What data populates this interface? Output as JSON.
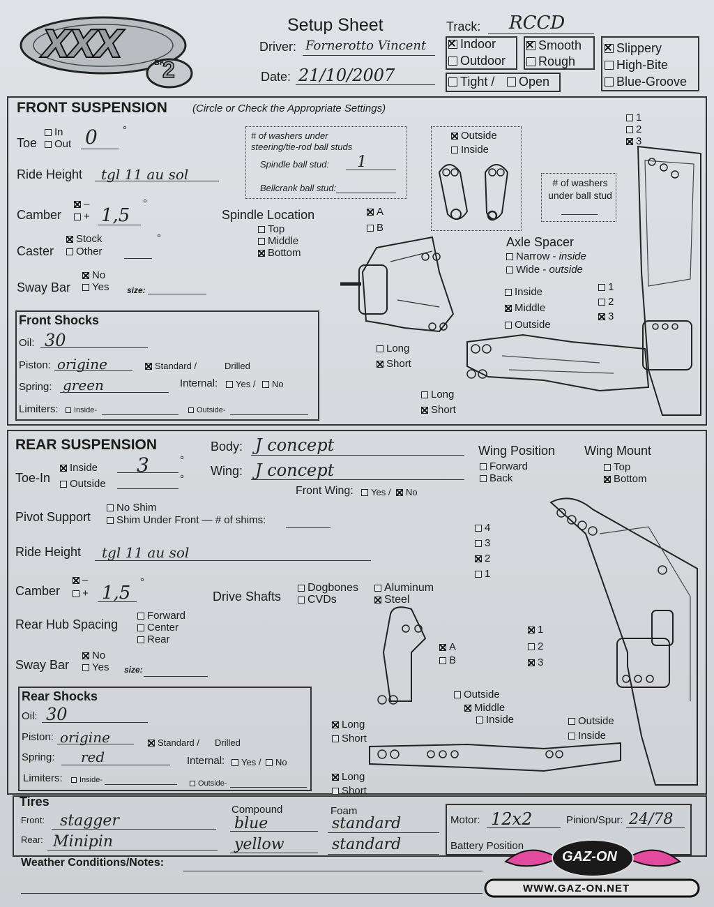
{
  "logo": {
    "main": "XXX",
    "sub": "2",
    "tag": "BK"
  },
  "header": {
    "title": "Setup Sheet",
    "driver_label": "Driver:",
    "driver_value": "Fornerotto Vincent",
    "date_label": "Date:",
    "date_value": "21/10/2007",
    "track_label": "Track:",
    "track_value": "RCCD",
    "indoor": "Indoor",
    "outdoor": "Outdoor",
    "tight": "Tight /",
    "open": "Open",
    "smooth": "Smooth",
    "rough": "Rough",
    "slippery": "Slippery",
    "high_bite": "High-Bite",
    "blue_groove": "Blue-Groove"
  },
  "front": {
    "title": "FRONT SUSPENSION",
    "subtitle": "(Circle or Check the Appropriate Settings)",
    "toe_label": "Toe",
    "toe_in": "In",
    "toe_out": "Out",
    "toe_value": "0",
    "degree": "°",
    "ride_label": "Ride Height",
    "ride_value": "tgl 11 au sol",
    "camber_label": "Camber",
    "camber_minus": "–",
    "camber_plus": "+",
    "camber_value": "1,5",
    "caster_label": "Caster",
    "caster_stock": "Stock",
    "caster_other": "Other",
    "sway_label": "Sway Bar",
    "sway_no": "No",
    "sway_yes": "Yes",
    "size_label": "size:",
    "washers_title": "# of washers under steering/tie-rod ball studs",
    "spindle_stud": "Spindle ball stud:",
    "spindle_stud_value": "1",
    "bellcrank_stud": "Bellcrank ball stud:",
    "outside": "Outside",
    "inside": "Inside",
    "spindle_loc": "Spindle Location",
    "sl_top": "Top",
    "sl_middle": "Middle",
    "sl_bottom": "Bottom",
    "a": "A",
    "b": "B",
    "axle_spacer": "Axle Spacer",
    "narrow": "Narrow - ",
    "narrow_i": "inside",
    "wide": "Wide - ",
    "wide_i": "outside",
    "under_ball": "# of washers under ball stud",
    "one": "1",
    "two": "2",
    "three": "3",
    "arm_inside": "Inside",
    "arm_middle": "Middle",
    "arm_outside": "Outside",
    "long": "Long",
    "short": "Short",
    "shocks_title": "Front Shocks",
    "oil_label": "Oil:",
    "oil_value": "30",
    "piston_label": "Piston:",
    "piston_value": "origine",
    "standard": "Standard /",
    "drilled": "Drilled",
    "spring_label": "Spring:",
    "spring_value": "green",
    "internal_label": "Internal:",
    "yes": "Yes /",
    "no": "No",
    "limiters_label": "Limiters:",
    "lim_inside": "Inside-",
    "lim_outside": "Outside-"
  },
  "rear": {
    "title": "REAR SUSPENSION",
    "body_label": "Body:",
    "body_value": "J concept",
    "wing_label": "Wing:",
    "wing_value": "J concept",
    "front_wing": "Front Wing:",
    "fw_yes": "Yes /",
    "fw_no": "No",
    "wing_pos": "Wing Position",
    "wp_forward": "Forward",
    "wp_back": "Back",
    "wing_mount": "Wing Mount",
    "wm_top": "Top",
    "wm_bottom": "Bottom",
    "toe_label": "Toe-In",
    "toe_inside": "Inside",
    "toe_outside": "Outside",
    "toe_value": "3",
    "degree": "°",
    "pivot_label": "Pivot Support",
    "no_shim": "No Shim",
    "shim_front": "Shim Under Front",
    "shims_count": "# of shims:",
    "ride_label": "Ride Height",
    "ride_value": "tgl 11 au sol",
    "camber_label": "Camber",
    "camber_minus": "–",
    "camber_plus": "+",
    "camber_value": "1,5",
    "drive_label": "Drive Shafts",
    "dogbones": "Dogbones",
    "cvds": "CVDs",
    "aluminum": "Aluminum",
    "steel": "Steel",
    "hub_label": "Rear Hub Spacing",
    "hub_forward": "Forward",
    "hub_center": "Center",
    "hub_rear": "Rear",
    "sway_label": "Sway Bar",
    "sway_no": "No",
    "sway_yes": "Yes",
    "size_label": "size:",
    "four": "4",
    "three": "3",
    "two": "2",
    "one": "1",
    "a": "A",
    "b": "B",
    "outside": "Outside",
    "middle": "Middle",
    "inside": "Inside",
    "long": "Long",
    "short": "Short",
    "shocks_title": "Rear Shocks",
    "oil_label": "Oil:",
    "oil_value": "30",
    "piston_label": "Piston:",
    "piston_value": "origine",
    "standard": "Standard /",
    "drilled": "Drilled",
    "spring_label": "Spring:",
    "spring_value": "red",
    "internal_label": "Internal:",
    "yes": "Yes /",
    "no": "No",
    "limiters_label": "Limiters:",
    "lim_inside": "Inside-",
    "lim_outside": "Outside-"
  },
  "tires": {
    "title": "Tires",
    "compound": "Compound",
    "foam": "Foam",
    "front_label": "Front:",
    "front_tire": "stagger",
    "front_compound": "blue",
    "front_foam": "standard",
    "rear_label": "Rear:",
    "rear_tire": "Minipin",
    "rear_compound": "yellow",
    "rear_foam": "standard",
    "motor_label": "Motor:",
    "motor_value": "12x2",
    "pinion_label": "Pinion/Spur:",
    "pinion_value": "24/78",
    "battery_label": "Battery Position"
  },
  "notes": {
    "label": "Weather Conditions/Notes:"
  },
  "watermark": {
    "brand": "GAZ-ON",
    "url": "WWW.GAZ-ON.NET"
  }
}
